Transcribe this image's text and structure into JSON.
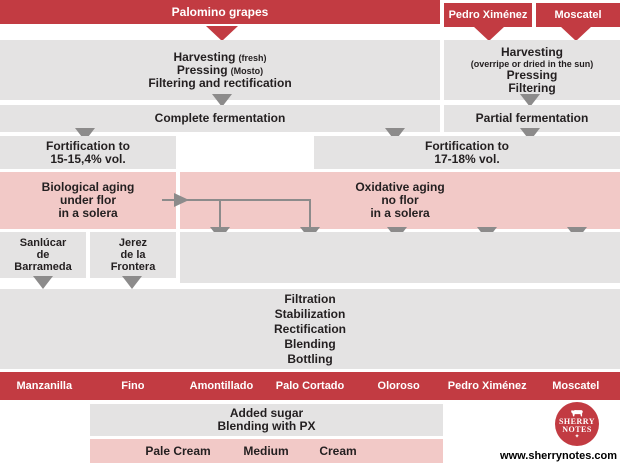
{
  "colors": {
    "red": "#c23b42",
    "pink": "#f2c9c7",
    "gray": "#e4e3e3",
    "arrow": "#8c8b8b",
    "text": "#231f20"
  },
  "top_bars": {
    "palomino": "Palomino grapes",
    "pedro_ximenez": "Pedro Ximénez",
    "moscatel": "Moscatel"
  },
  "harvesting_left": {
    "l1_main": "Harvesting",
    "l1_note": "(fresh)",
    "l2_main": "Pressing",
    "l2_note": "(Mosto)",
    "l3": "Filtering and rectification"
  },
  "harvesting_right": {
    "l1": "Harvesting",
    "l2": "(overripe or dried in the sun)",
    "l3": "Pressing",
    "l4": "Filtering"
  },
  "fermentation": {
    "complete": "Complete fermentation",
    "partial": "Partial fermentation"
  },
  "fortification_low": {
    "l1": "Fortification to",
    "l2": "15-15,4% vol."
  },
  "fortification_high": {
    "l1": "Fortification to",
    "l2": "17-18% vol."
  },
  "aging_biological": {
    "l1": "Biological aging",
    "l2": "under flor",
    "l3": "in a solera"
  },
  "aging_oxidative": {
    "l1": "Oxidative aging",
    "l2": "no flor",
    "l3": "in a solera"
  },
  "regions": {
    "sanlucar": [
      "Sanlúcar",
      "de",
      "Barrameda"
    ],
    "jerez": [
      "Jerez",
      "de la",
      "Frontera"
    ]
  },
  "finishing": [
    "Filtration",
    "Stabilization",
    "Rectification",
    "Blending",
    "Bottling"
  ],
  "sherry_types": [
    "Manzanilla",
    "Fino",
    "Amontillado",
    "Palo Cortado",
    "Oloroso",
    "Pedro Ximénez",
    "Moscatel"
  ],
  "sweetening": {
    "l1": "Added sugar",
    "l2": "Blending with PX"
  },
  "sweet_types": [
    "Pale Cream",
    "Medium",
    "Cream"
  ],
  "logo": {
    "line1": "SHERRY",
    "line2": "NOTES"
  },
  "website": "www.sherrynotes.com"
}
